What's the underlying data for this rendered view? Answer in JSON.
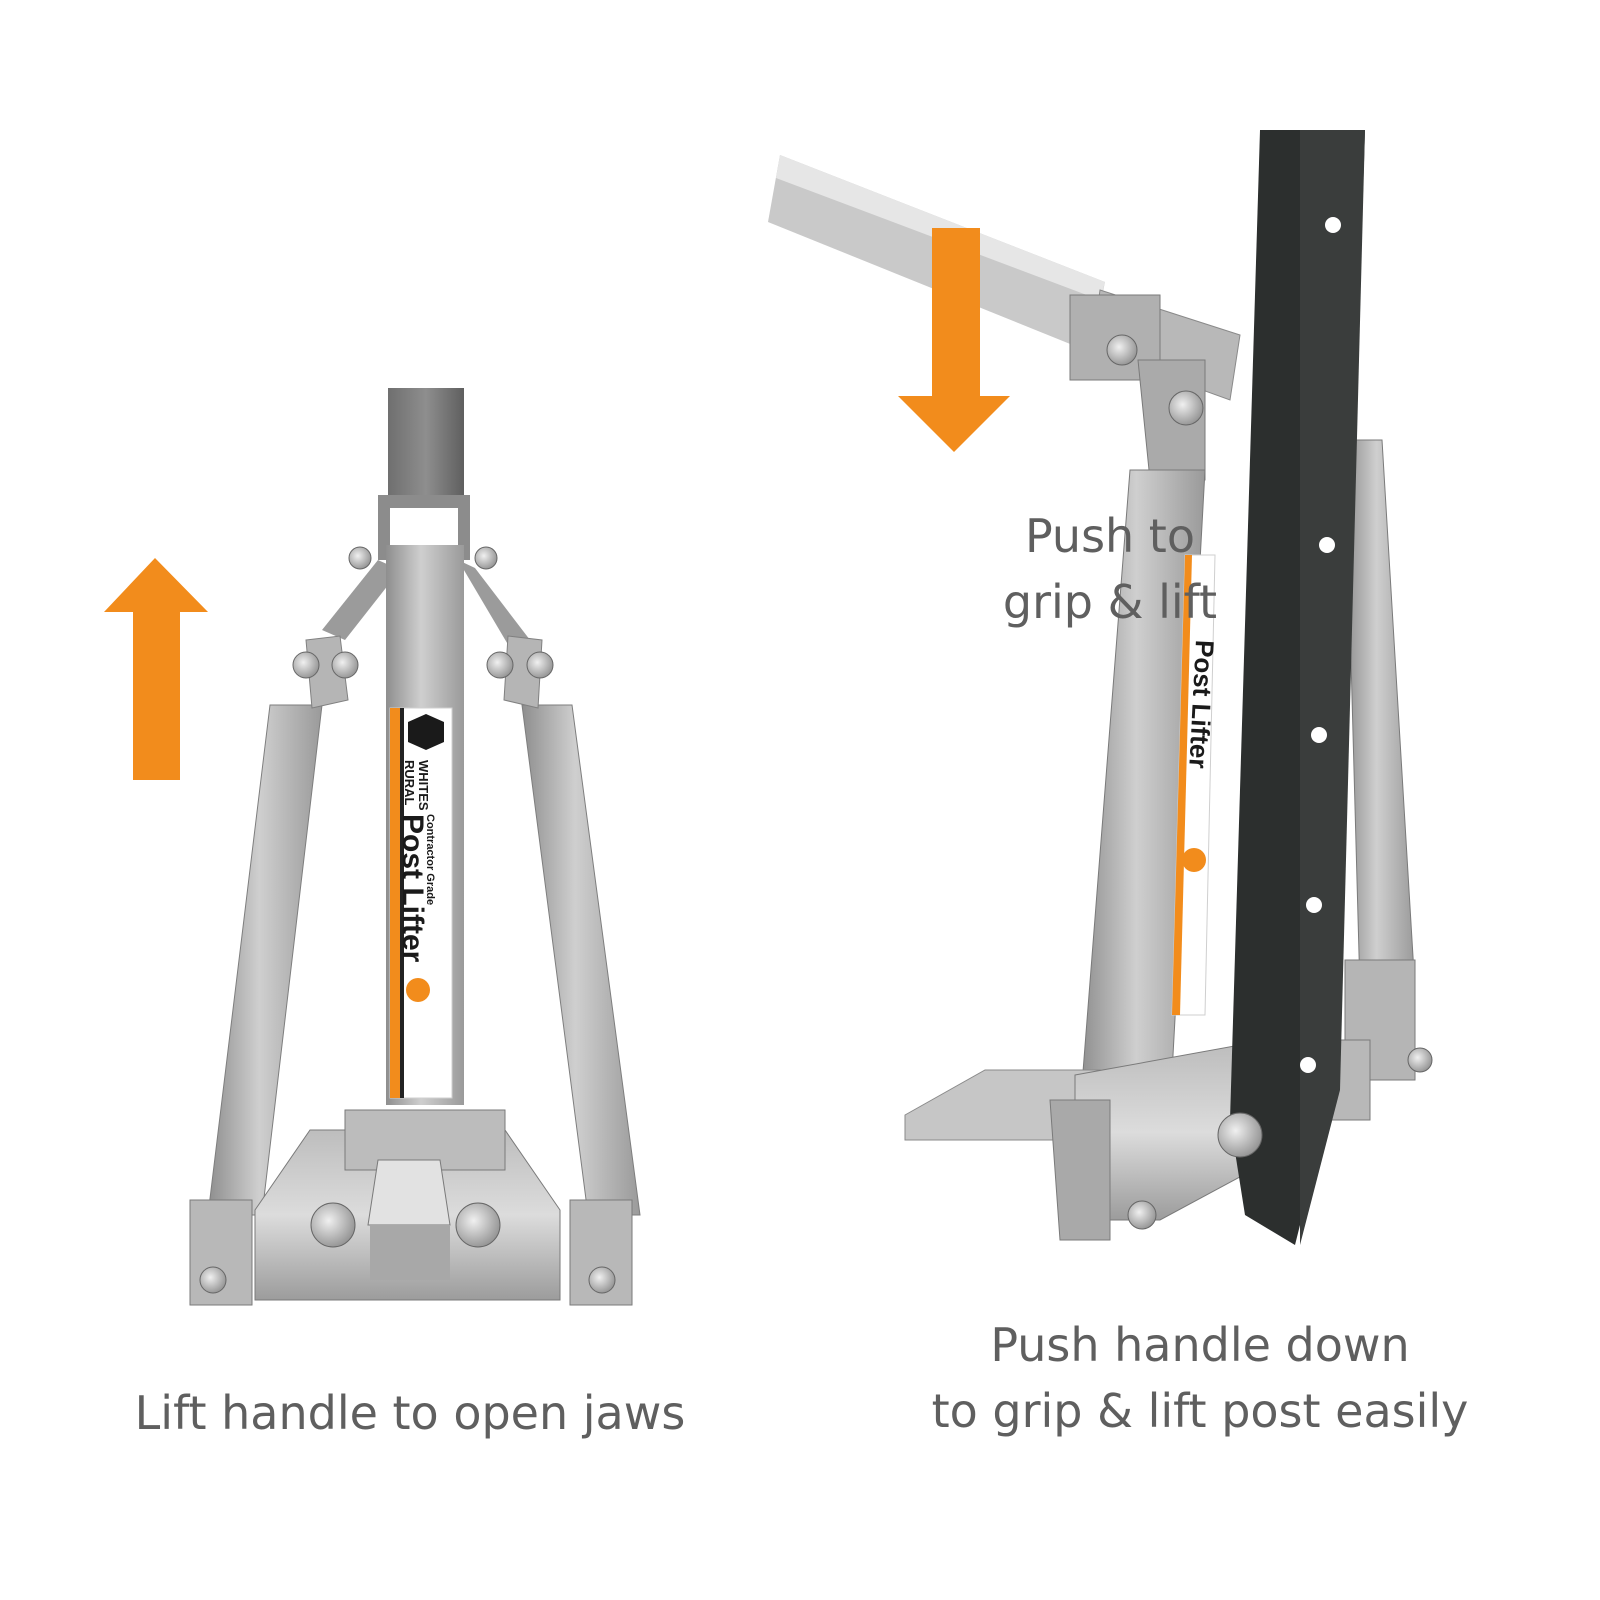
{
  "captions": {
    "left": "Lift handle to open jaws",
    "right_top_line1": "Push to",
    "right_top_line2": "grip & lift",
    "right_bottom_line1": "Push handle down",
    "right_bottom_line2": "to grip & lift post easily"
  },
  "product_label": {
    "brand_line1": "WHITES",
    "brand_line2": "RURAL",
    "grade": "Contractor Grade",
    "name": "Post Lifter"
  },
  "icons": {
    "up_arrow": "arrow-up-icon",
    "down_arrow": "arrow-down-icon"
  },
  "colors": {
    "arrow": "#f28c1c",
    "steel": "#a9a9a9",
    "post": "#2c2f2e",
    "caption": "#5f5f5f"
  }
}
